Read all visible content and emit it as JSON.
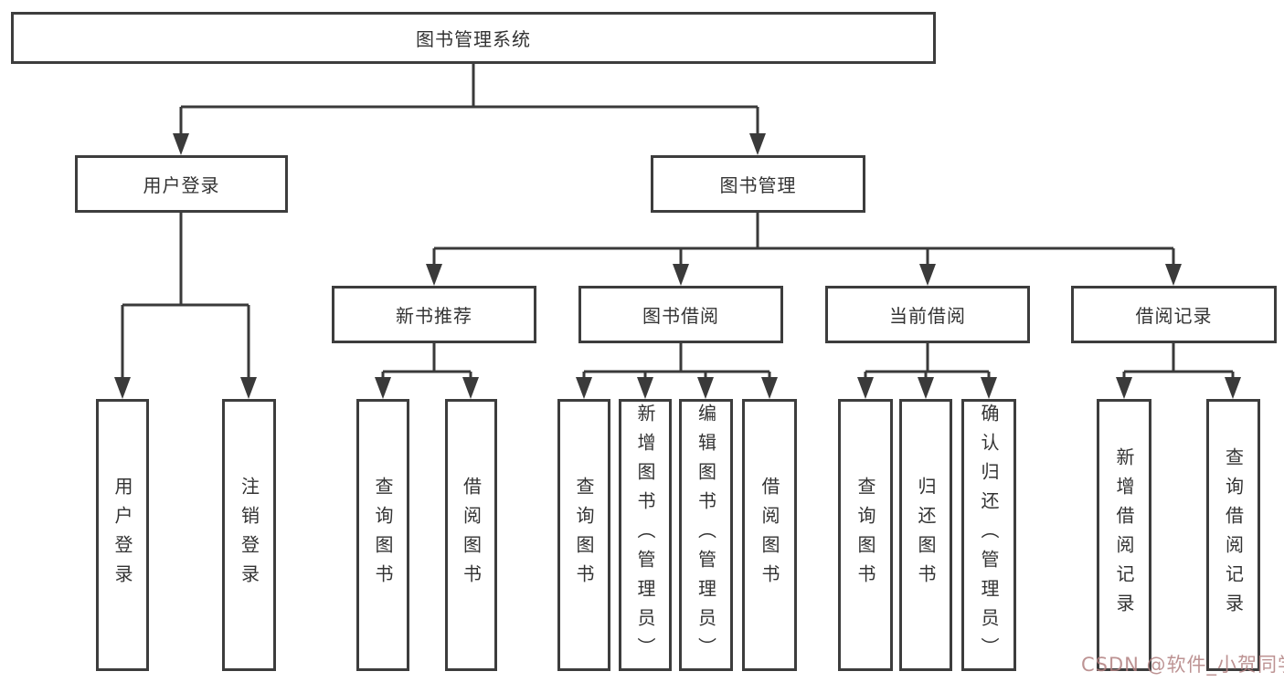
{
  "diagram_title": "图书管理系统",
  "tree": {
    "root": {
      "label": "图书管理系统",
      "children": [
        {
          "label": "用户登录",
          "children": [
            {
              "label": "用户登录"
            },
            {
              "label": "注销登录"
            }
          ]
        },
        {
          "label": "图书管理",
          "children": [
            {
              "label": "新书推荐",
              "children": [
                {
                  "label": "查询图书"
                },
                {
                  "label": "借阅图书"
                }
              ]
            },
            {
              "label": "图书借阅",
              "children": [
                {
                  "label": "查询图书"
                },
                {
                  "label": "新增图书（管理员）"
                },
                {
                  "label": "编辑图书（管理员）"
                },
                {
                  "label": "借阅图书"
                }
              ]
            },
            {
              "label": "当前借阅",
              "children": [
                {
                  "label": "查询图书"
                },
                {
                  "label": "归还图书"
                },
                {
                  "label": "确认归还（管理员）"
                }
              ]
            },
            {
              "label": "借阅记录",
              "children": [
                {
                  "label": "新增借阅记录"
                },
                {
                  "label": "查询借阅记录"
                }
              ]
            }
          ]
        }
      ]
    }
  },
  "watermark": {
    "text": "CSDN @软件_小贺同学"
  },
  "colors": {
    "box_border": "#3d3d3d",
    "connector_line": "#3a3a3a",
    "text": "#333333",
    "background": "#ffffff",
    "watermark": "#b28080"
  }
}
